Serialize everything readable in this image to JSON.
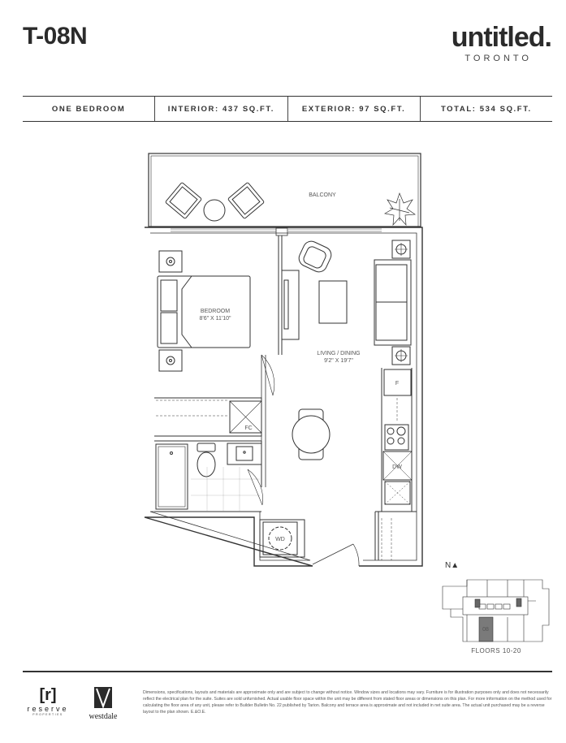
{
  "header": {
    "unit_code": "T-08N",
    "brand": "untitled.",
    "city": "TORONTO"
  },
  "specs": {
    "type": "ONE BEDROOM",
    "interior": "INTERIOR: 437 SQ.FT.",
    "exterior": "EXTERIOR: 97 SQ.FT.",
    "total": "TOTAL: 534 SQ.FT."
  },
  "plan": {
    "balcony": "BALCONY",
    "bedroom": "BEDROOM",
    "bedroom_dim": "8'6\" X 11'10\"",
    "living": "LIVING / DINING",
    "living_dim": "9'2\" X 19'7\"",
    "fridge": "F",
    "closet": "FC",
    "dishwasher": "DW",
    "washer_dryer": "WD"
  },
  "key_plan": {
    "north": "N▲",
    "unit": "08",
    "floors": "FLOORS 10-20"
  },
  "footer": {
    "reserve_mark": "[r]",
    "reserve_name": "reserve",
    "reserve_sub": "PROPERTIES",
    "westdale_name": "westdale",
    "disclaimer": "Dimensions, specifications, layouts and materials are approximate only and are subject to change without notice. Window sizes and locations may vary. Furniture is for illustration purposes only and does not necessarily reflect the electrical plan for the suite. Suites are sold unfurnished. Actual usable floor space within the unit may be different from stated floor areas or dimensions on this plan. For more information on the method used for calculating the floor area of any unit, please refer to Builder Bulletin No. 22 published by Tarion. Balcony and terrace area is approximate and not included in net suite area. The actual unit purchased may be a reverse layout to the plan shown. E.&O.E."
  },
  "colors": {
    "ink": "#2b2b2b",
    "line": "#444444",
    "unit_highlight": "#7a7a7a"
  }
}
